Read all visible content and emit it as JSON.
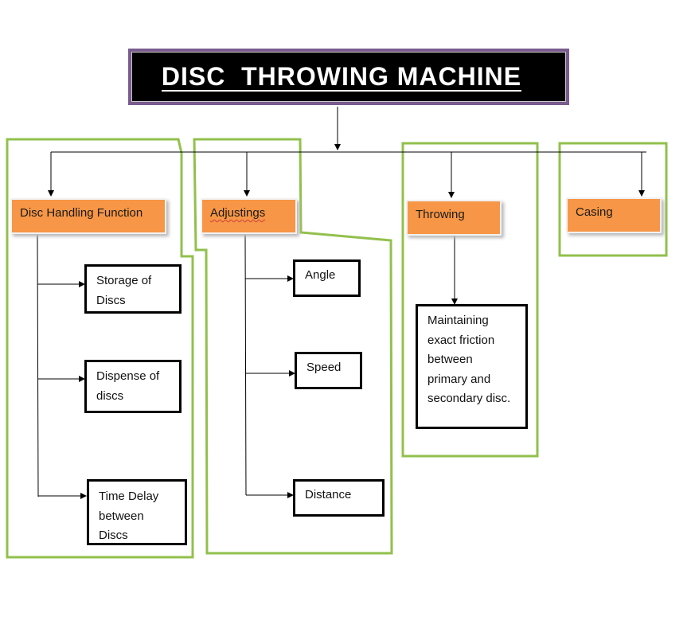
{
  "title": "DISC  THROWING MACHINE",
  "colors": {
    "title_border": "#7a5c8e",
    "title_fill": "#000000",
    "category_fill": "#f79646",
    "group_outline": "#92c04c",
    "connector": "#000000"
  },
  "categories": [
    {
      "label": "Disc Handling Function"
    },
    {
      "label": "Adjustings"
    },
    {
      "label": "Throwing"
    },
    {
      "label": "Casing"
    }
  ],
  "leaves": {
    "storage": "Storage of\nDiscs",
    "dispense": "Dispense of\ndiscs",
    "time_delay": "Time Delay\nbetween\nDiscs",
    "angle": "Angle",
    "speed": "Speed",
    "distance": "Distance",
    "friction": "Maintaining\nexact  friction\nbetween\nprimary and\nsecondary disc."
  }
}
